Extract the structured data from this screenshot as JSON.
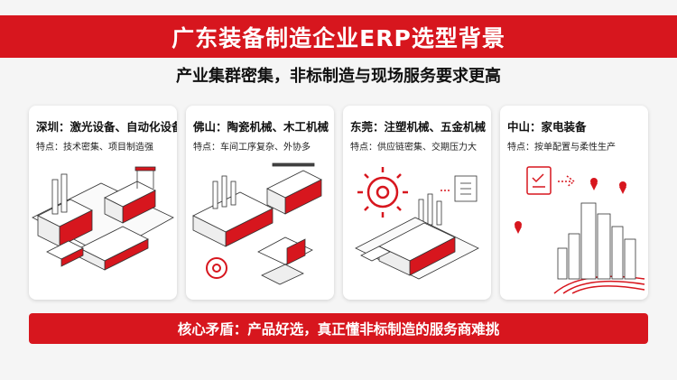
{
  "header": {
    "title": "广东装备制造企业ERP选型背景"
  },
  "subtitle": "产业集群密集，非标制造与现场服务要求更高",
  "cards": [
    {
      "city_title": "深圳：激光设备、自动化设备",
      "feature": "特点：技术密集、项目制造强",
      "illustration_icon": "factory-complex-icon"
    },
    {
      "city_title": "佛山：陶瓷机械、木工机械",
      "feature": "特点：车间工序复杂、外协多",
      "illustration_icon": "industrial-plant-gear-icon"
    },
    {
      "city_title": "东莞：注塑机械、五金机械",
      "feature": "特点：供应链密集、交期压力大",
      "illustration_icon": "factory-gear-document-icon"
    },
    {
      "city_title": "中山：家电装备",
      "feature": "特点：按单配置与柔性生产",
      "illustration_icon": "city-location-pins-icon"
    }
  ],
  "footer": {
    "text": "核心矛盾：产品好选，真正懂非标制造的服务商难挑"
  },
  "colors": {
    "accent": "#d7161e",
    "background": "#f5f5f5",
    "card": "#ffffff"
  }
}
